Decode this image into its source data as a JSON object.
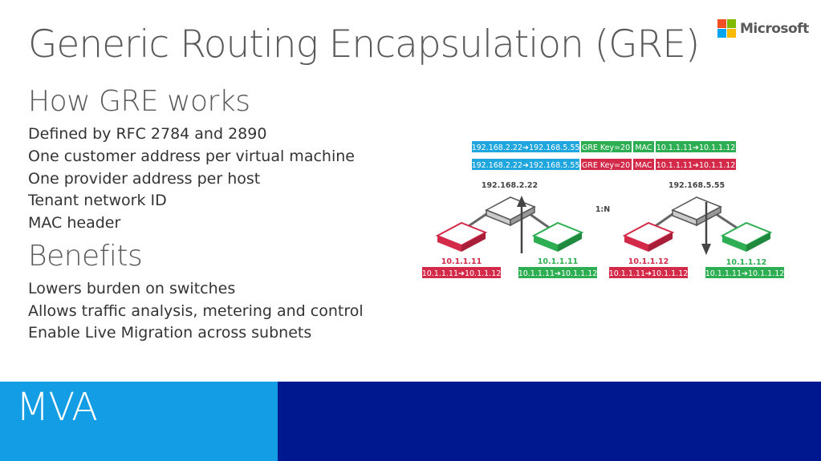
{
  "title": "Generic Routing Encapsulation (GRE)",
  "logo": {
    "text": "Microsoft",
    "colors": [
      "#f25022",
      "#7fba00",
      "#00a4ef",
      "#ffb900"
    ]
  },
  "sections": [
    {
      "heading": "How GRE works",
      "bullets": [
        "Defined by RFC 2784 and 2890",
        "One customer address per virtual machine",
        "One provider address per host",
        "Tenant network ID",
        "MAC header"
      ]
    },
    {
      "heading": "Benefits",
      "bullets": [
        "Lowers burden on switches",
        "Allows traffic analysis, metering and control",
        "Enable Live Migration across subnets"
      ]
    }
  ],
  "diagram": {
    "packets": [
      {
        "outer": "192.168.2.22➔192.168.5.55",
        "key": "GRE Key=20",
        "mac": "MAC",
        "inner": "10.1.1.11➔10.1.1.12",
        "key_color": "#2eae52"
      },
      {
        "outer": "192.168.2.22➔192.168.5.55",
        "key": "GRE Key=20",
        "mac": "MAC",
        "inner": "10.1.1.11➔10.1.1.12",
        "key_color": "#d42a4a"
      }
    ],
    "hosts": [
      {
        "label": "192.168.2.22"
      },
      {
        "label": "192.168.5.55"
      }
    ],
    "ratio": "1:N",
    "vms": [
      {
        "ip": "10.1.1.11",
        "flow": "10.1.1.11➔10.1.1.12",
        "color": "#d42a4a"
      },
      {
        "ip": "10.1.1.11",
        "flow": "10.1.1.11➔10.1.1.12",
        "color": "#2eae52"
      },
      {
        "ip": "10.1.1.12",
        "flow": "10.1.1.11➔10.1.1.12",
        "color": "#d42a4a"
      },
      {
        "ip": "10.1.1.12",
        "flow": "10.1.1.11➔10.1.1.12",
        "color": "#2eae52"
      }
    ],
    "outer_color": "#1fa6de"
  },
  "footer": {
    "label": "MVA",
    "left_color": "#139de4",
    "right_color": "#00188f"
  }
}
